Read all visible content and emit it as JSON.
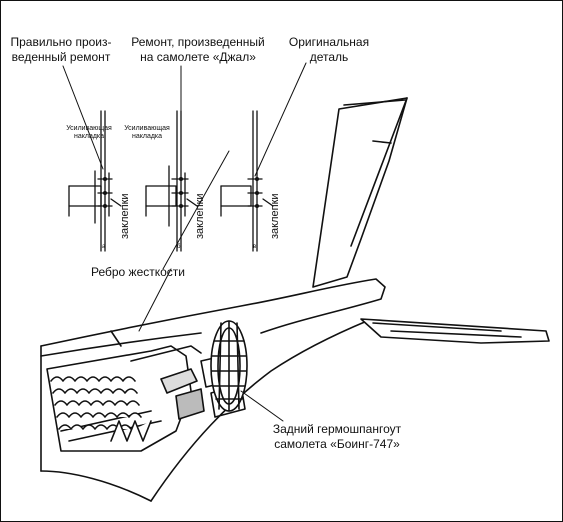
{
  "labels": {
    "correct_repair": "Правильно произ-\nведенный ремонт",
    "jal_repair": "Ремонт, произведенный\nна самолете «Джал»",
    "original_part": "Оригинальная\nдеталь",
    "doubler_1": "Усиливающая\nнакладка",
    "doubler_2": "Усиливающая\nнакладка",
    "rivets_1": "заклепки",
    "rivets_2": "заклепки",
    "rivets_3": "заклепки",
    "stiffener_rib": "Ребро жесткости",
    "bulkhead": "Задний гермошпангоут\nсамолета «Боинг-747»"
  },
  "detail_markers": [
    "a",
    "б",
    "в"
  ]
}
